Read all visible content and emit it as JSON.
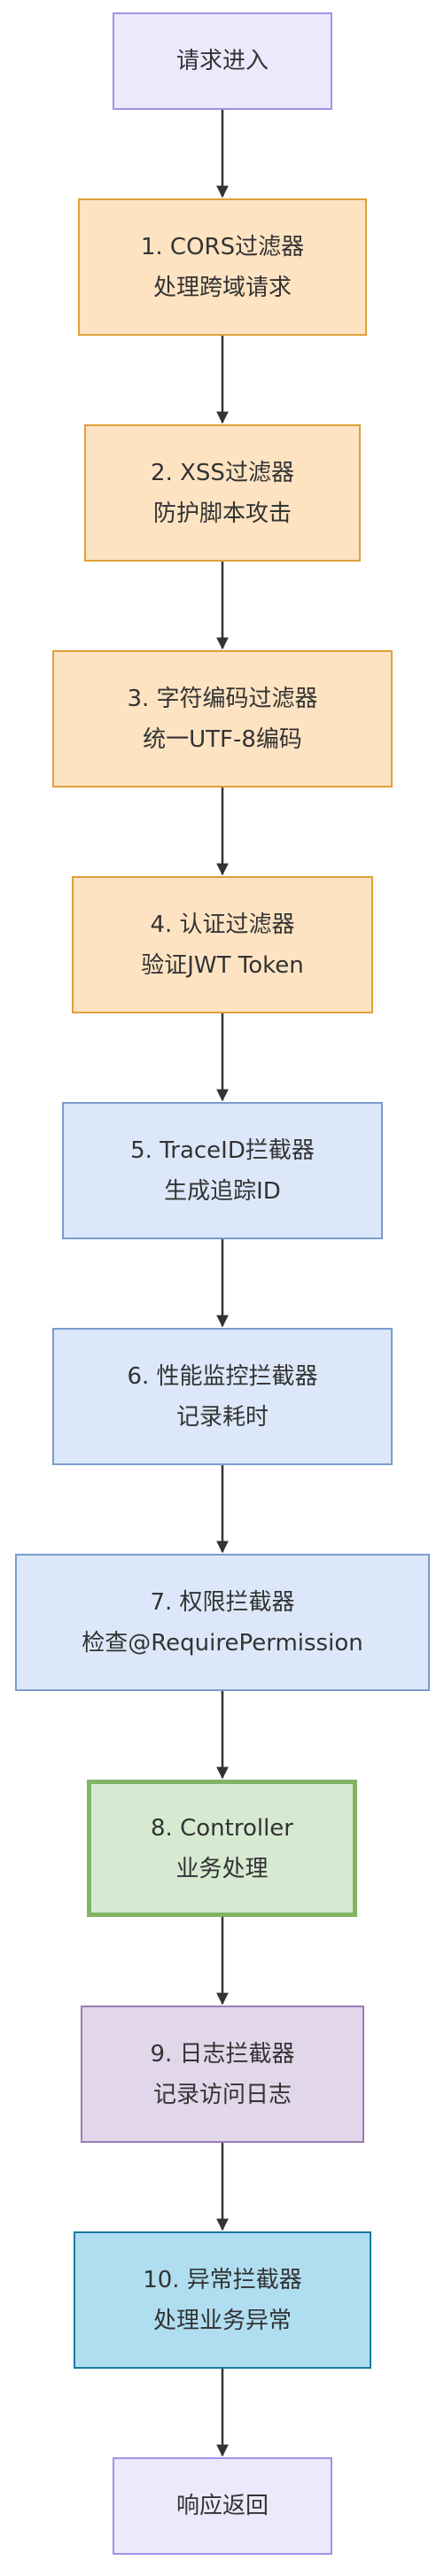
{
  "colors": {
    "arrow": "#333333",
    "text": "#333333",
    "start_end_fill": "#ece9fd",
    "filter_fill": "#fde3c2",
    "interceptor_fill": "#dce8f9",
    "controller_fill": "#d6ead2",
    "controller_border": "#82b366",
    "log_fill": "#e2d7ea",
    "exception_fill": "#b0def0"
  },
  "nodes": [
    {
      "id": "start",
      "lines": [
        "请求进入"
      ]
    },
    {
      "id": "cors-filter",
      "lines": [
        "1. CORS过滤器",
        "处理跨域请求"
      ]
    },
    {
      "id": "xss-filter",
      "lines": [
        "2. XSS过滤器",
        "防护脚本攻击"
      ]
    },
    {
      "id": "encoding-filter",
      "lines": [
        "3. 字符编码过滤器",
        "统一UTF-8编码"
      ]
    },
    {
      "id": "auth-filter",
      "lines": [
        "4. 认证过滤器",
        "验证JWT Token"
      ]
    },
    {
      "id": "traceid-interceptor",
      "lines": [
        "5. TraceID拦截器",
        "生成追踪ID"
      ]
    },
    {
      "id": "performance-interceptor",
      "lines": [
        "6. 性能监控拦截器",
        "记录耗时"
      ]
    },
    {
      "id": "permission-interceptor",
      "lines": [
        "7. 权限拦截器",
        "检查@RequirePermission"
      ]
    },
    {
      "id": "controller",
      "lines": [
        "8. Controller",
        "业务处理"
      ]
    },
    {
      "id": "log-interceptor",
      "lines": [
        "9. 日志拦截器",
        "记录访问日志"
      ]
    },
    {
      "id": "exception-interceptor",
      "lines": [
        "10. 异常拦截器",
        "处理业务异常"
      ]
    },
    {
      "id": "end",
      "lines": [
        "响应返回"
      ]
    }
  ]
}
